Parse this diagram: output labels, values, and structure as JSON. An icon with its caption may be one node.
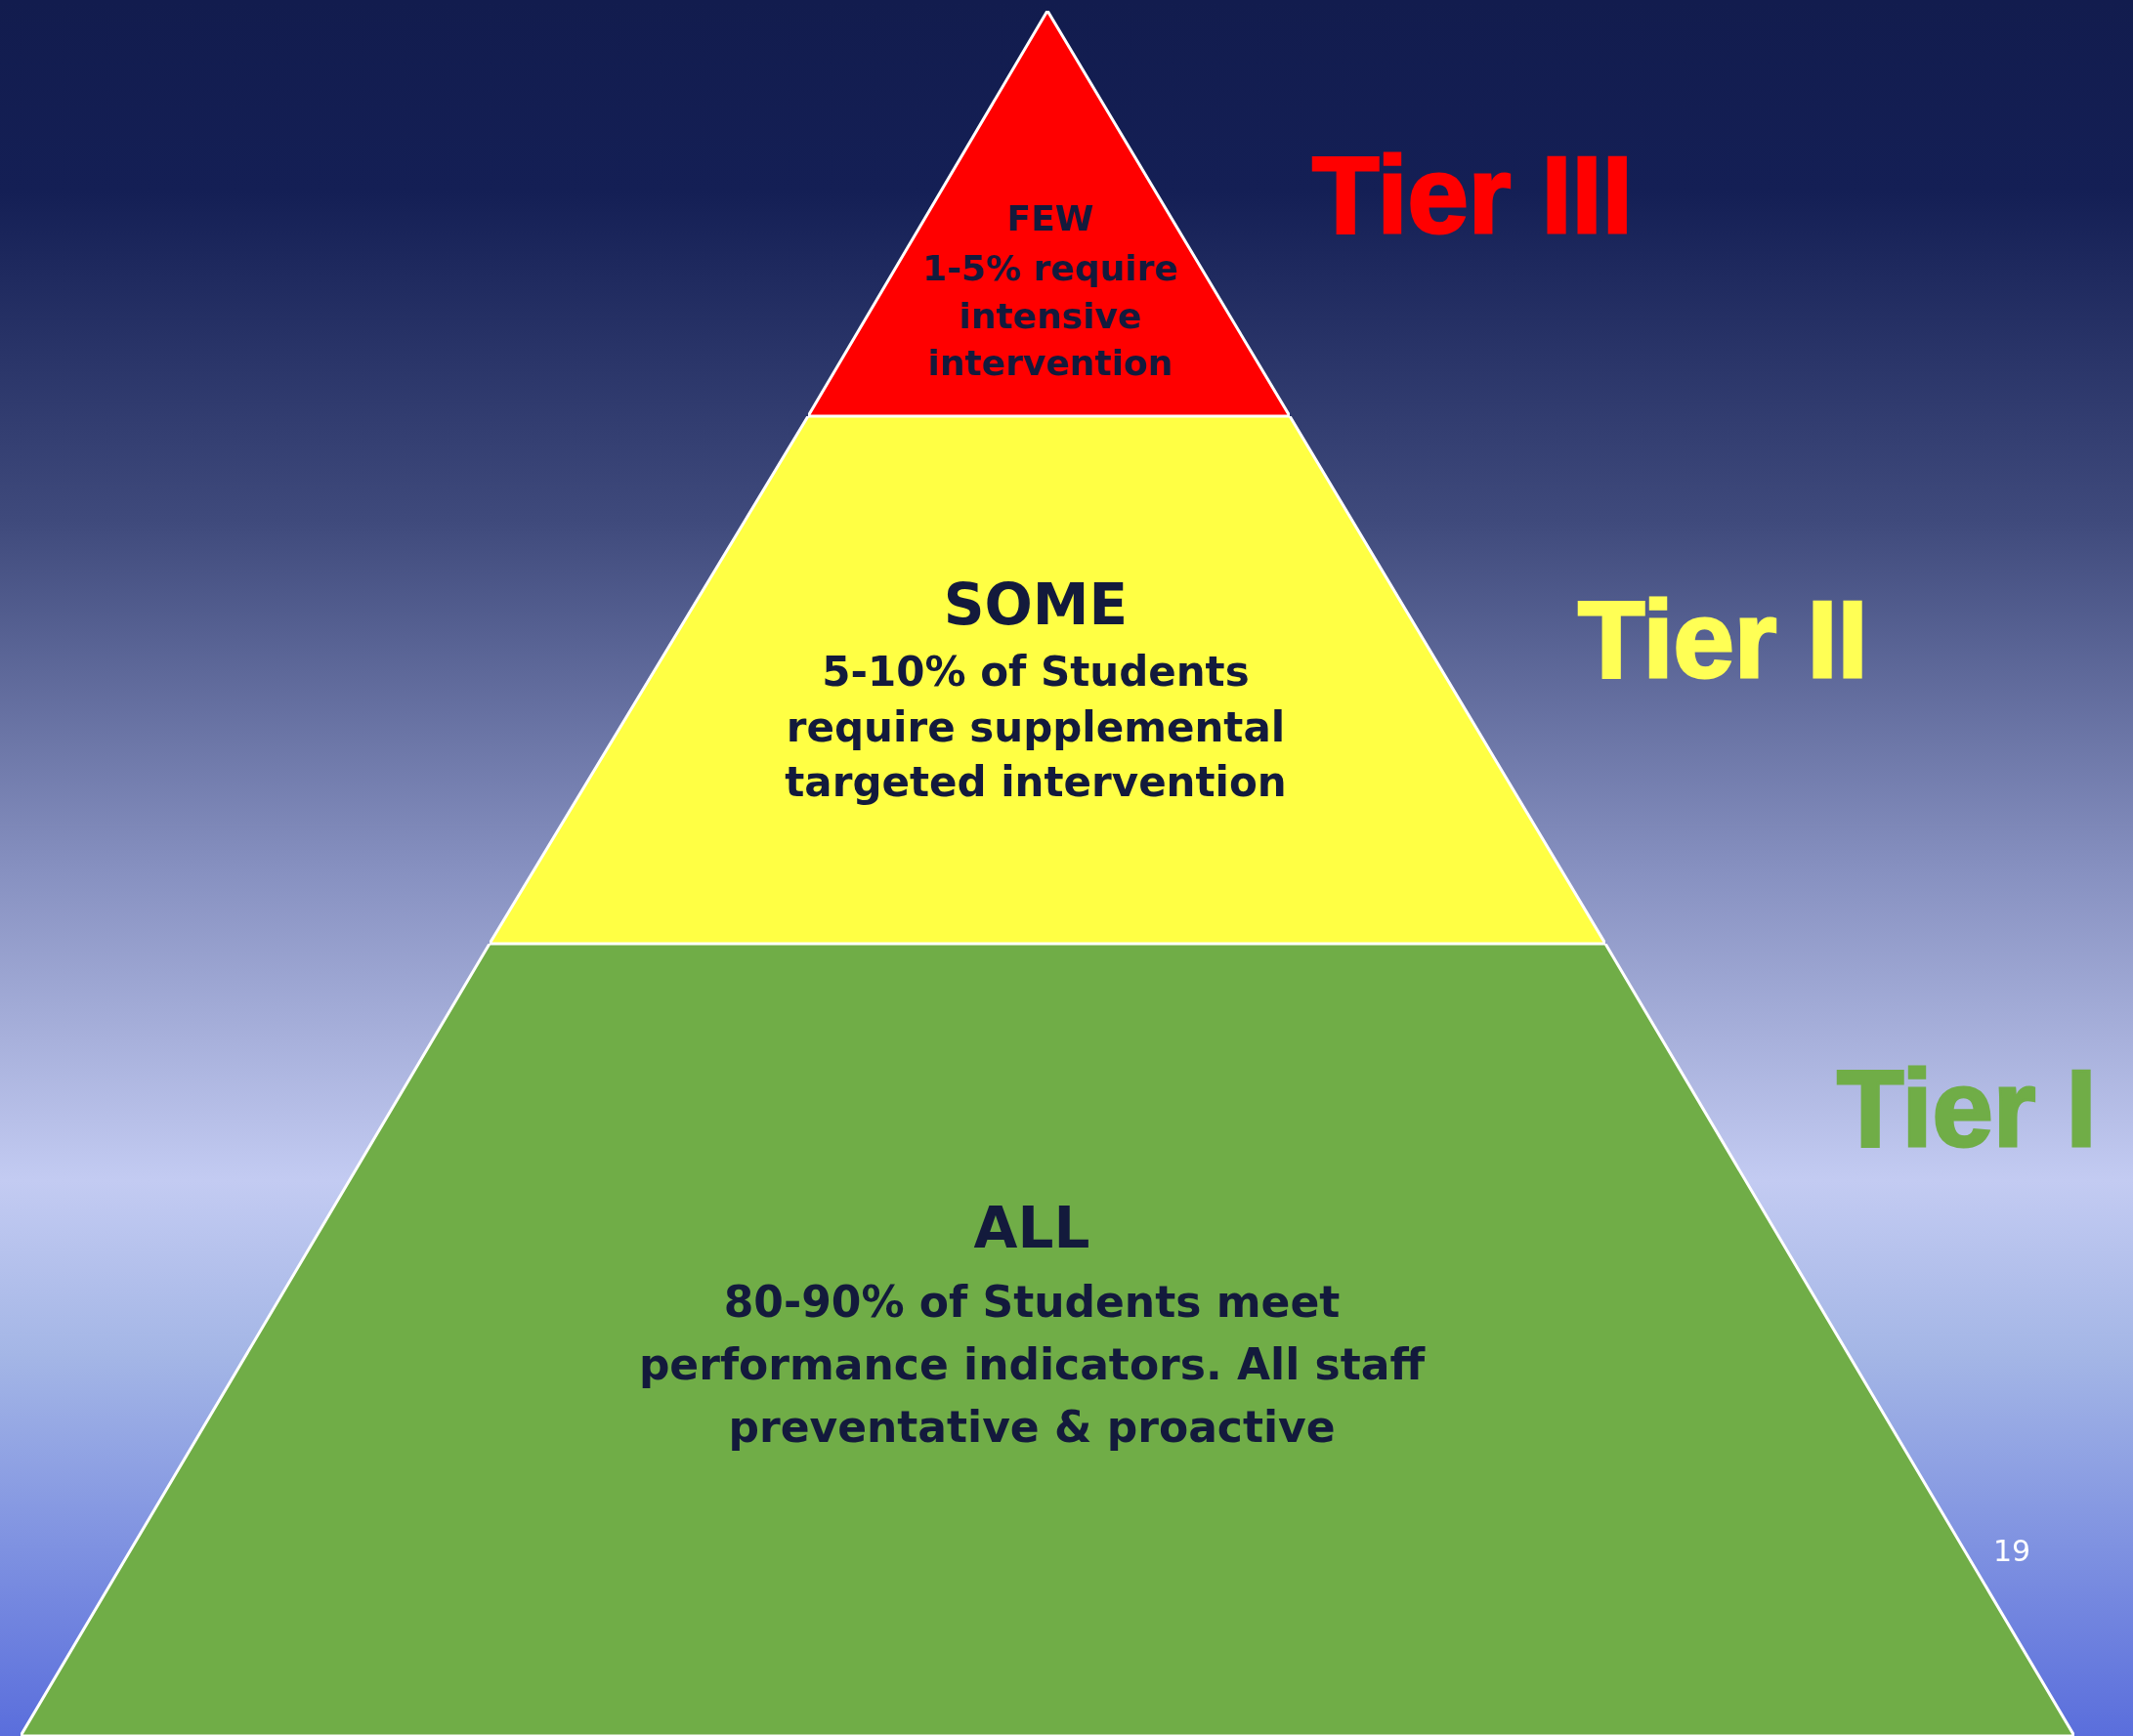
{
  "diagram": {
    "nodes": [
      {
        "text": [
          "FEW",
          "1-5% require intensive intervention"
        ],
        "beside": [
          "Tier III"
        ]
      },
      {
        "text": [
          "SOME",
          "5-10% of Students require supplemental targeted intervention"
        ],
        "beside": [
          "Tier II"
        ]
      },
      {
        "text": [
          "ALL",
          "80-90% of Students meet performance indicators. All staff preventative & proactive"
        ],
        "beside": [
          "Tier I"
        ]
      }
    ],
    "labels": [
      "19"
    ]
  }
}
